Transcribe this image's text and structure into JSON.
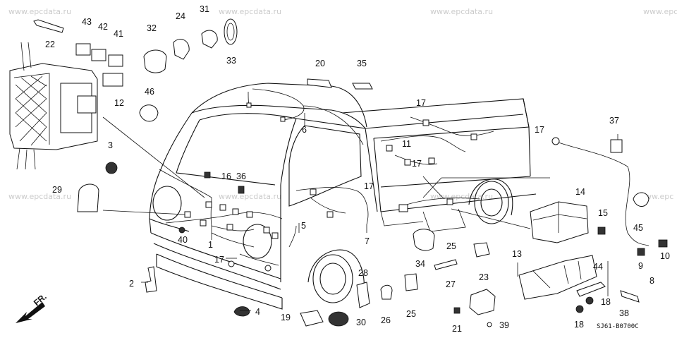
{
  "watermark": "www.epcdata.ru",
  "watermark_partial": "www.epc",
  "diagram_code": "SJ61-B0700C",
  "direction_label": "FR.",
  "part_numbers": [
    "1",
    "2",
    "3",
    "4",
    "5",
    "6",
    "7",
    "8",
    "9",
    "10",
    "11",
    "12",
    "13",
    "14",
    "15",
    "16",
    "17",
    "18",
    "19",
    "20",
    "21",
    "22",
    "23",
    "24",
    "25",
    "26",
    "27",
    "28",
    "29",
    "30",
    "31",
    "32",
    "33",
    "34",
    "35",
    "36",
    "37",
    "38",
    "39",
    "40",
    "41",
    "42",
    "43",
    "44",
    "45",
    "46"
  ]
}
